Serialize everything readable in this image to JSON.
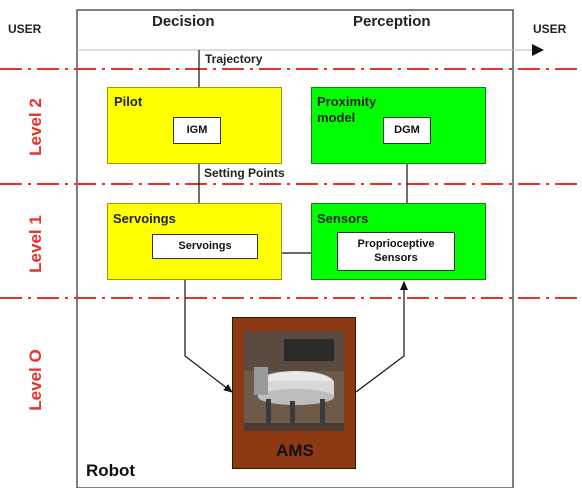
{
  "users": {
    "left": "USER",
    "right": "USER"
  },
  "columns": {
    "decision": "Decision",
    "perception": "Perception"
  },
  "levels": {
    "level2": "Level 2",
    "level1": "Level 1",
    "level0": "Level O"
  },
  "flows": {
    "trajectory": "Trajectory",
    "setting_points": "Setting Points"
  },
  "blocks": {
    "pilot": {
      "title": "Pilot",
      "inner": "IGM"
    },
    "proximity": {
      "title_line1": "Proximity",
      "title_line2": "model",
      "inner": "DGM"
    },
    "servoings": {
      "title": "Servoings",
      "inner": "Servoings"
    },
    "sensors": {
      "title": "Sensors",
      "inner_line1": "Proprioceptive",
      "inner_line2": "Sensors"
    }
  },
  "robot": {
    "label": "Robot",
    "ams_label": "AMS"
  },
  "colors": {
    "yellow": "#ffff00",
    "green": "#00ff00",
    "red_dash": "#e8322a",
    "ams_brown": "#8b3a13"
  }
}
